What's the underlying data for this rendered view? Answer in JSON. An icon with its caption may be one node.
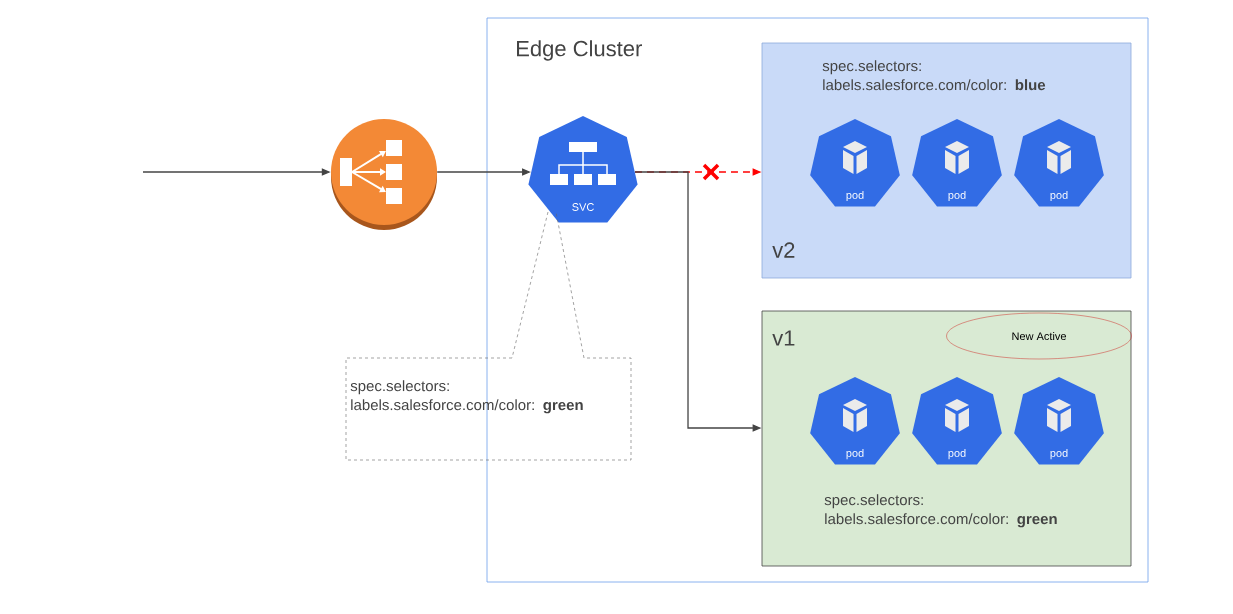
{
  "diagram": {
    "nodes": [
      {
        "text": [
          "Edge Cluster"
        ]
      },
      {
        "text": [],
        "shape": "circle"
      },
      {
        "text": [
          "SVC"
        ],
        "in": 0
      },
      {
        "text": [
          "spec.selectors: labels.salesforce.com/color: **blue**",
          "v2"
        ],
        "in": 0
      },
      {
        "text": [
          "pod"
        ],
        "in": 3
      },
      {
        "text": [
          "pod"
        ],
        "in": 3
      },
      {
        "text": [
          "pod"
        ],
        "in": 3
      },
      {
        "text": [
          "v1",
          "spec.selectors: labels.salesforce.com/color: **green**"
        ],
        "in": 0
      },
      {
        "text": [
          "New Active"
        ],
        "in": 7
      },
      {
        "text": [
          "pod"
        ],
        "in": 7
      },
      {
        "text": [
          "pod"
        ],
        "in": 7
      },
      {
        "text": [
          "pod"
        ],
        "in": 7
      },
      {
        "text": [
          "spec.selectors: labels.salesforce.com/color: **green**"
        ]
      }
    ],
    "edges": [
      {
        "from": null,
        "to": 1,
        "arrow": "to"
      },
      {
        "from": 1,
        "to": 2,
        "arrow": "to"
      },
      {
        "from": 2,
        "to": 3,
        "arrow": "to",
        "style": "dashed",
        "color": "#ff0000"
      },
      {
        "from": 2,
        "to": 7,
        "arrow": "to"
      }
    ]
  }
}
